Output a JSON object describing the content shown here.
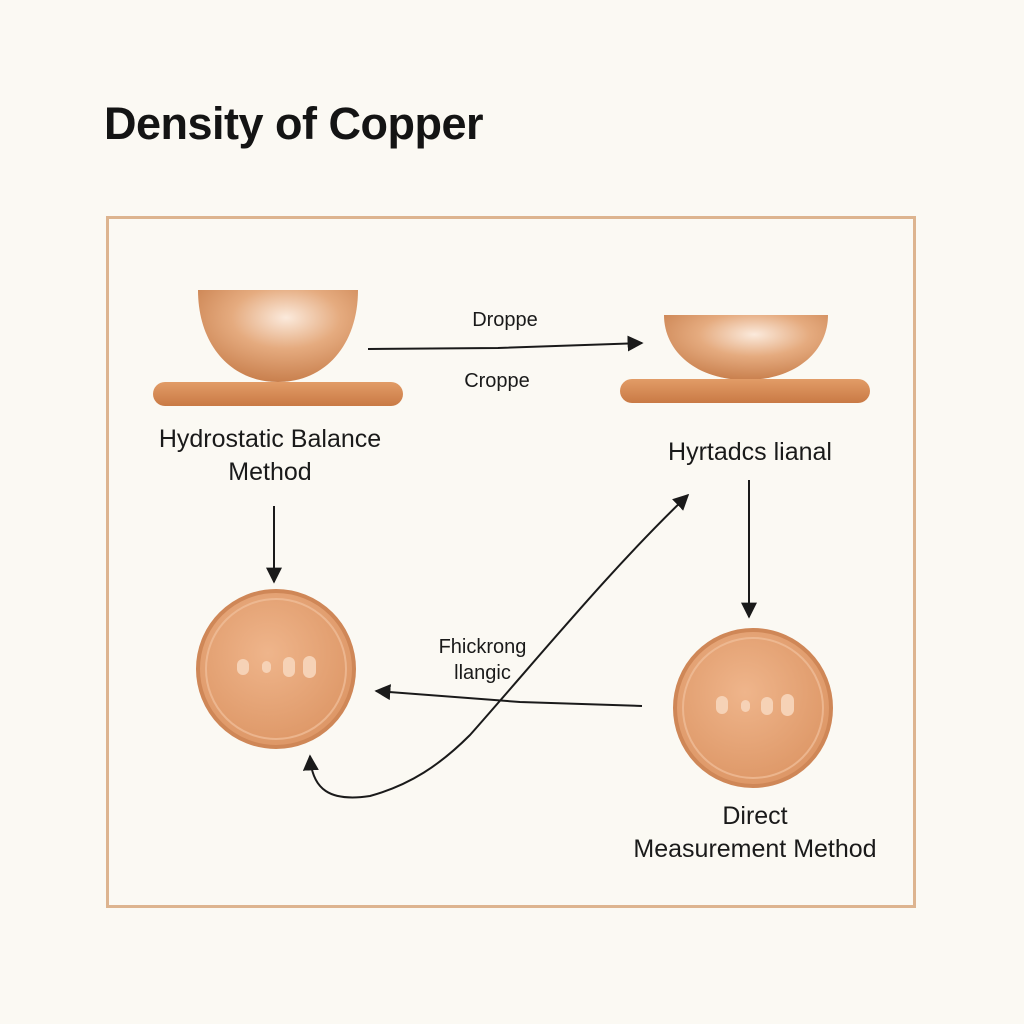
{
  "title": "Density of Copper",
  "nodes": {
    "hydrostatic": {
      "line1": "Hydrostatic Balance",
      "line2": "Method"
    },
    "hyrtadcs": {
      "label": "Hyrtadcs lianal"
    },
    "direct": {
      "line1": "Direct",
      "line2": "Measurement Method"
    }
  },
  "edges": {
    "top_above": "Droppe",
    "top_below": "Croppe",
    "middle_line1": "Fhickrong",
    "middle_line2": "llangic"
  },
  "colors": {
    "copper_light": "#f5d6bf",
    "copper_mid": "#d9935f",
    "copper_dark": "#c8804f",
    "frame": "#ddb48f",
    "arrow": "#1a1a1a"
  }
}
